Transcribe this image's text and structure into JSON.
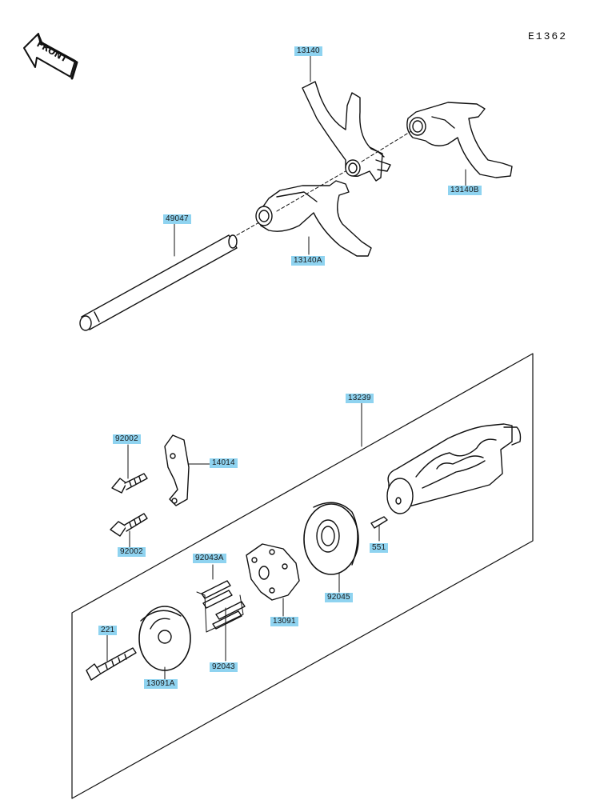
{
  "figure_code": "E1362",
  "front_arrow_text": "FRONT",
  "parts": {
    "p13140": "13140",
    "p13140B": "13140B",
    "p13140A": "13140A",
    "p49047": "49047",
    "p13239": "13239",
    "p14014": "14014",
    "p92002_top": "92002",
    "p92002_bottom": "92002",
    "p92043A": "92043A",
    "p92043": "92043",
    "p551": "551",
    "p92045": "92045",
    "p13091": "13091",
    "p221": "221",
    "p13091A": "13091A"
  },
  "colors": {
    "label_bg": "#8fd3f0",
    "line": "#111111",
    "paper": "#ffffff"
  }
}
